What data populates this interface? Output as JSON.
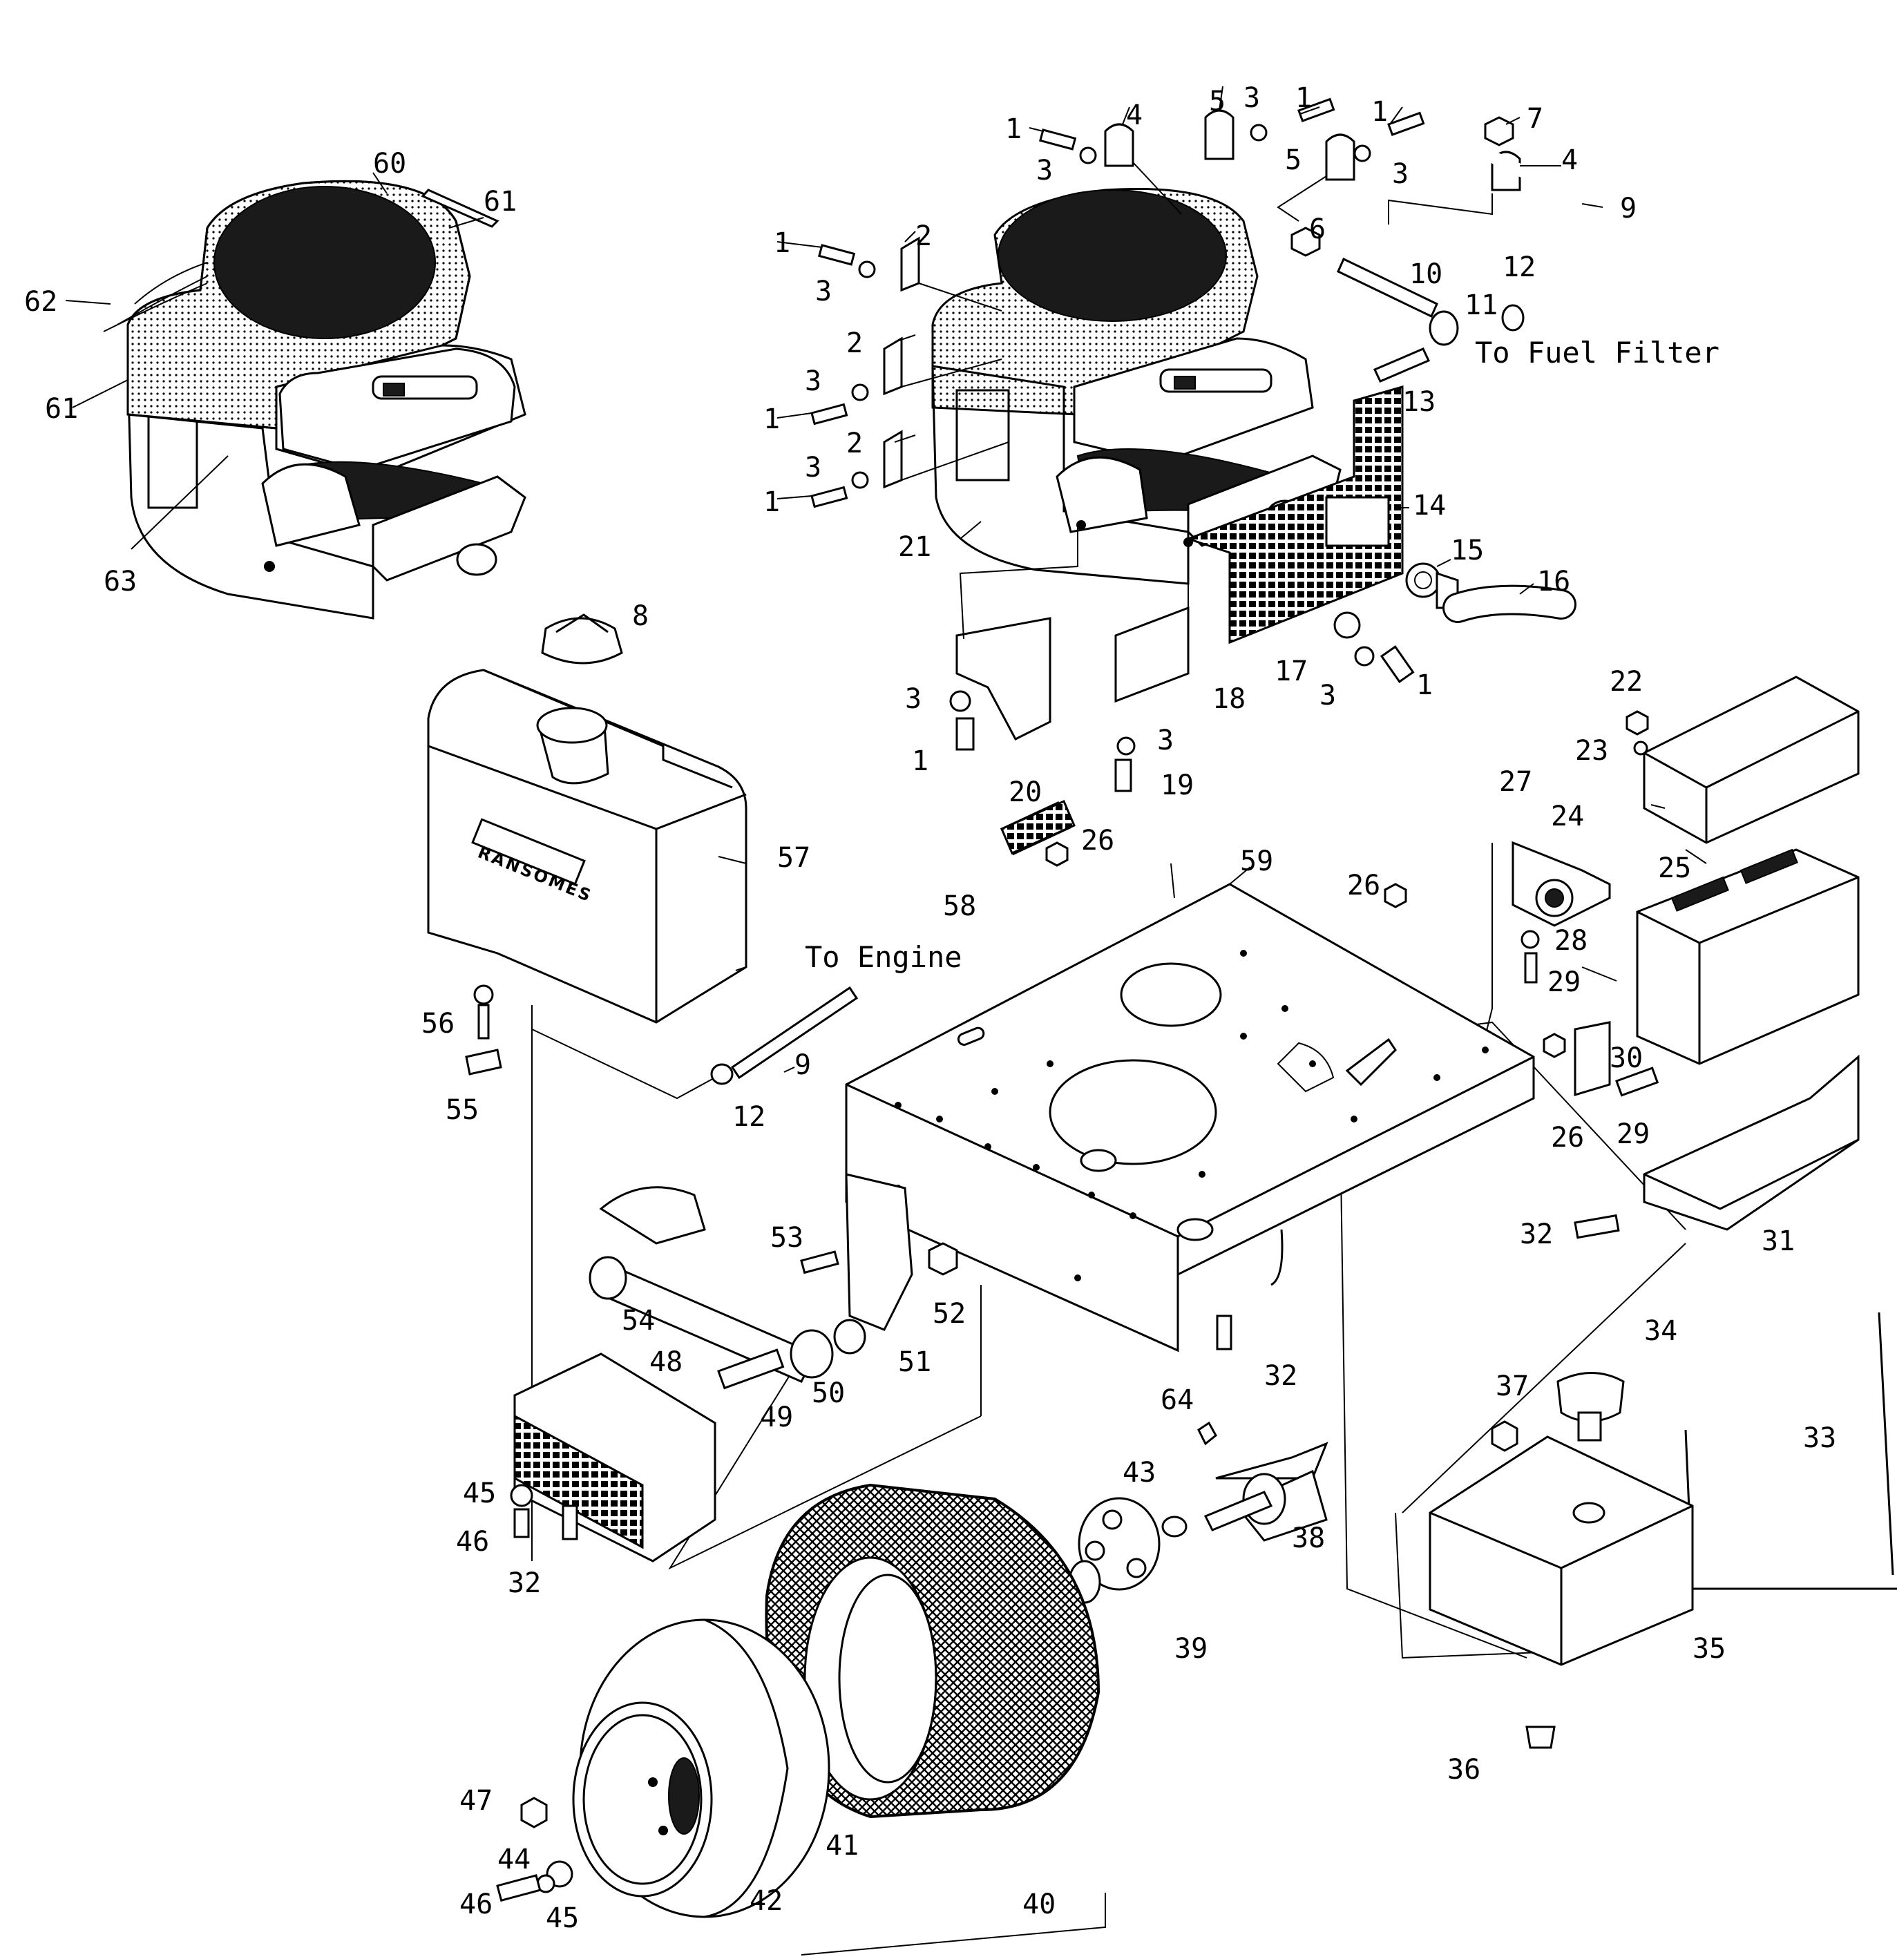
{
  "callouts": [
    "1",
    "2",
    "3",
    "4",
    "5",
    "6",
    "7",
    "8",
    "9",
    "10",
    "11",
    "12",
    "13",
    "14",
    "15",
    "16",
    "17",
    "18",
    "19",
    "20",
    "21",
    "22",
    "23",
    "24",
    "25",
    "26",
    "27",
    "28",
    "29",
    "30",
    "31",
    "32",
    "33",
    "34",
    "35",
    "36",
    "37",
    "38",
    "39",
    "40",
    "41",
    "42",
    "43",
    "44",
    "45",
    "46",
    "47",
    "48",
    "49",
    "50",
    "51",
    "52",
    "53",
    "54",
    "55",
    "56",
    "57",
    "58",
    "59",
    "60",
    "61",
    "62",
    "63",
    "64"
  ],
  "notes": {
    "fuel_filter": "To Fuel Filter",
    "engine": "To Engine"
  },
  "tank_brand": "RANSOMES"
}
